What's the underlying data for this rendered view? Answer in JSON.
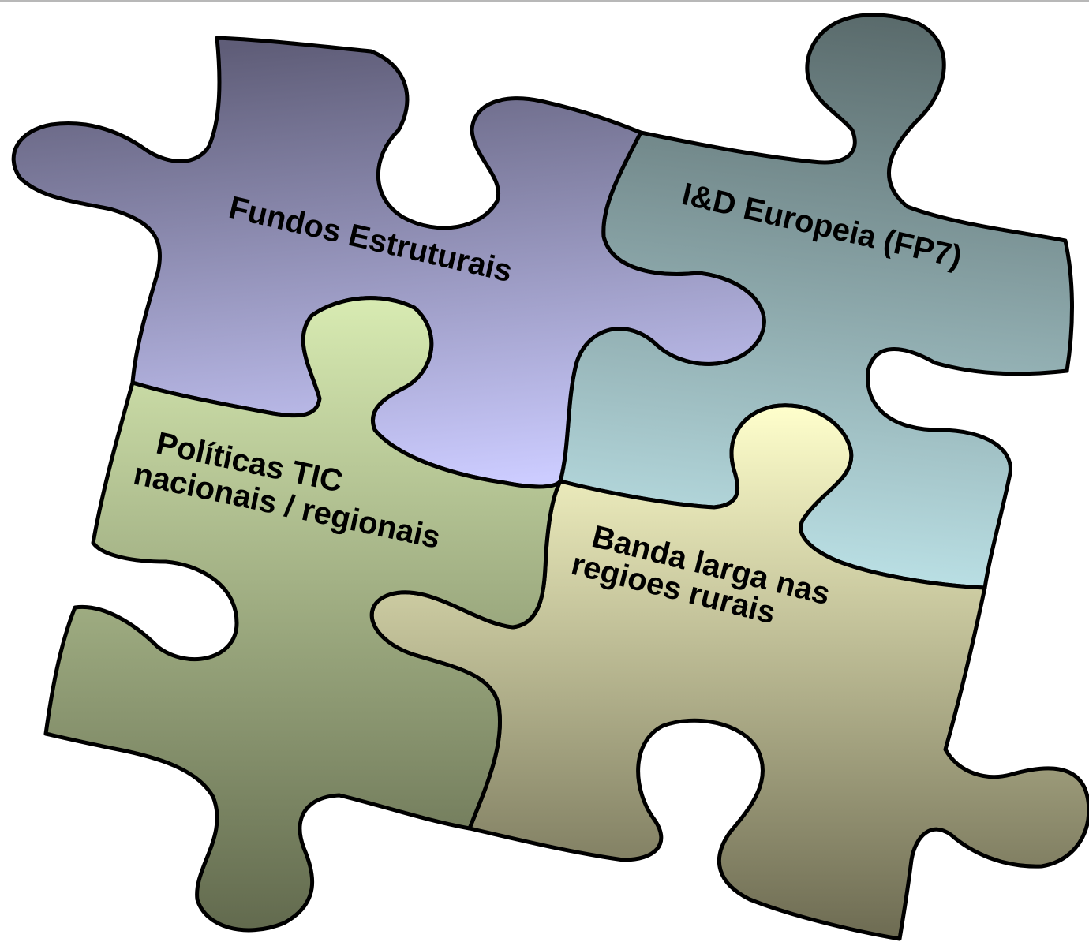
{
  "pieces": {
    "fundos": {
      "label": "Fundos Estruturais",
      "color_top": "#5f5d78",
      "color_bottom": "#ccccff"
    },
    "id_europeia": {
      "label": "I&D Europeia (FP7)",
      "color_top": "#5a6b6c",
      "color_bottom": "#bde3e8"
    },
    "politicas": {
      "line1": "Políticas TIC",
      "line2": "nacionais / regionais",
      "color_top": "#d8ebb2",
      "color_bottom": "#626a4e"
    },
    "banda": {
      "line1": "Banda larga nas",
      "line2": "regioes rurais",
      "color_top": "#ffffcc",
      "color_bottom": "#6d6b52"
    }
  }
}
